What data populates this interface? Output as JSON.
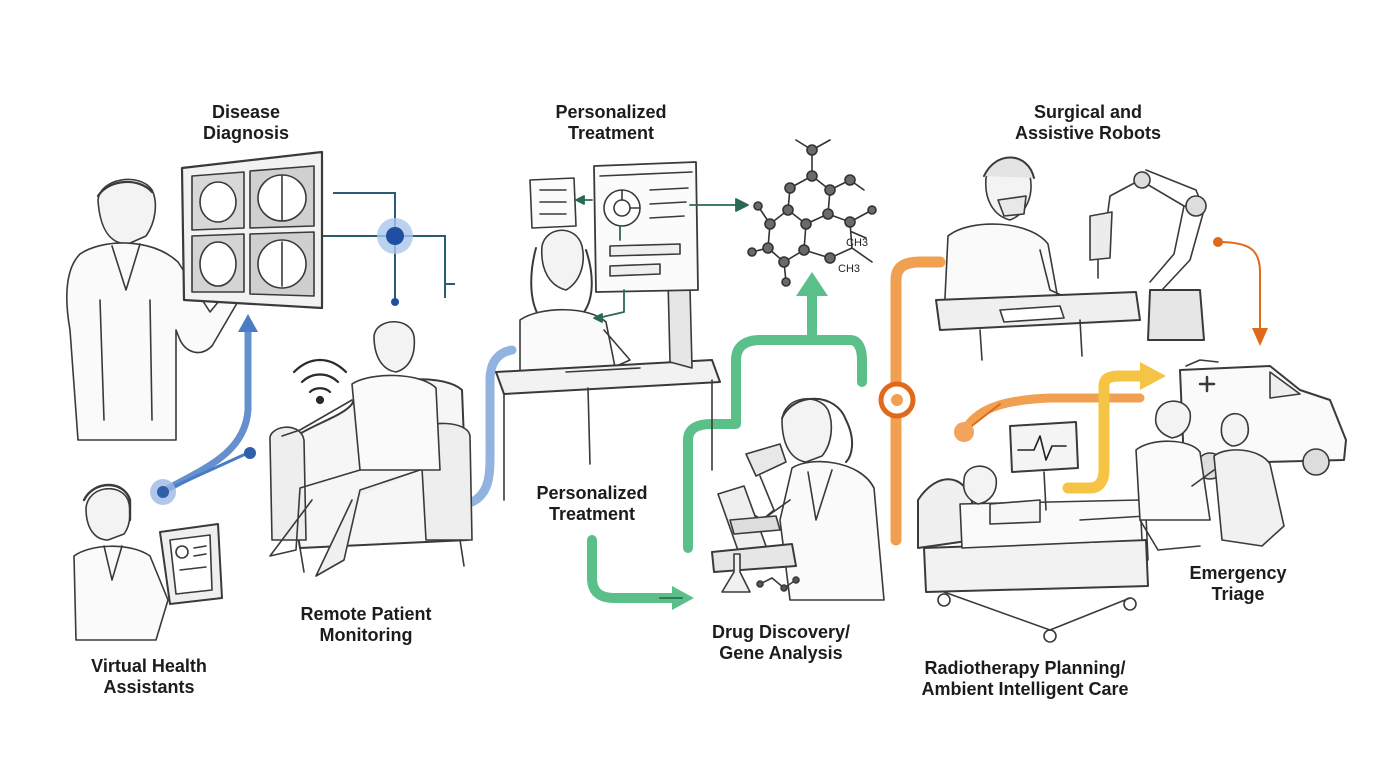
{
  "labels": {
    "disease_diagnosis": [
      "Disease",
      "Diagnosis"
    ],
    "personalized_treatment_top": [
      "Personalized",
      "Treatment"
    ],
    "surgical_robots": [
      "Surgical and",
      "Assistive Robots"
    ],
    "personalized_treatment_mid": [
      "Personalized",
      "Treatment"
    ],
    "remote_monitoring": [
      "Remote Patient",
      "Monitoring"
    ],
    "virtual_assistants": [
      "Virtual Health",
      "Assistants"
    ],
    "drug_discovery": [
      "Drug Discovery/",
      "Gene Analysis"
    ],
    "emergency_triage": [
      "Emergency",
      "Triage"
    ],
    "radiotherapy": [
      "Radiotherapy Planning/",
      "Ambient Intelligent Care"
    ]
  },
  "molecule": {
    "group_1": "CH3",
    "group_2": "CH3"
  },
  "colors": {
    "blue": "#4a7cc4",
    "teal": "#2a5d73",
    "green": "#5bbf8a",
    "orange": "#f0a050",
    "dark_orange": "#e06a1a",
    "yellow": "#f6c445",
    "sketch": "#3a3a3a"
  },
  "icons": [
    "wifi-icon",
    "monitor-icon",
    "tablet-icon",
    "molecule-icon",
    "microscope-icon",
    "flask-icon",
    "ambulance-icon",
    "robot-arm-icon",
    "heart-monitor-icon",
    "hospital-bed-icon",
    "armchair-icon",
    "desk-icon"
  ]
}
